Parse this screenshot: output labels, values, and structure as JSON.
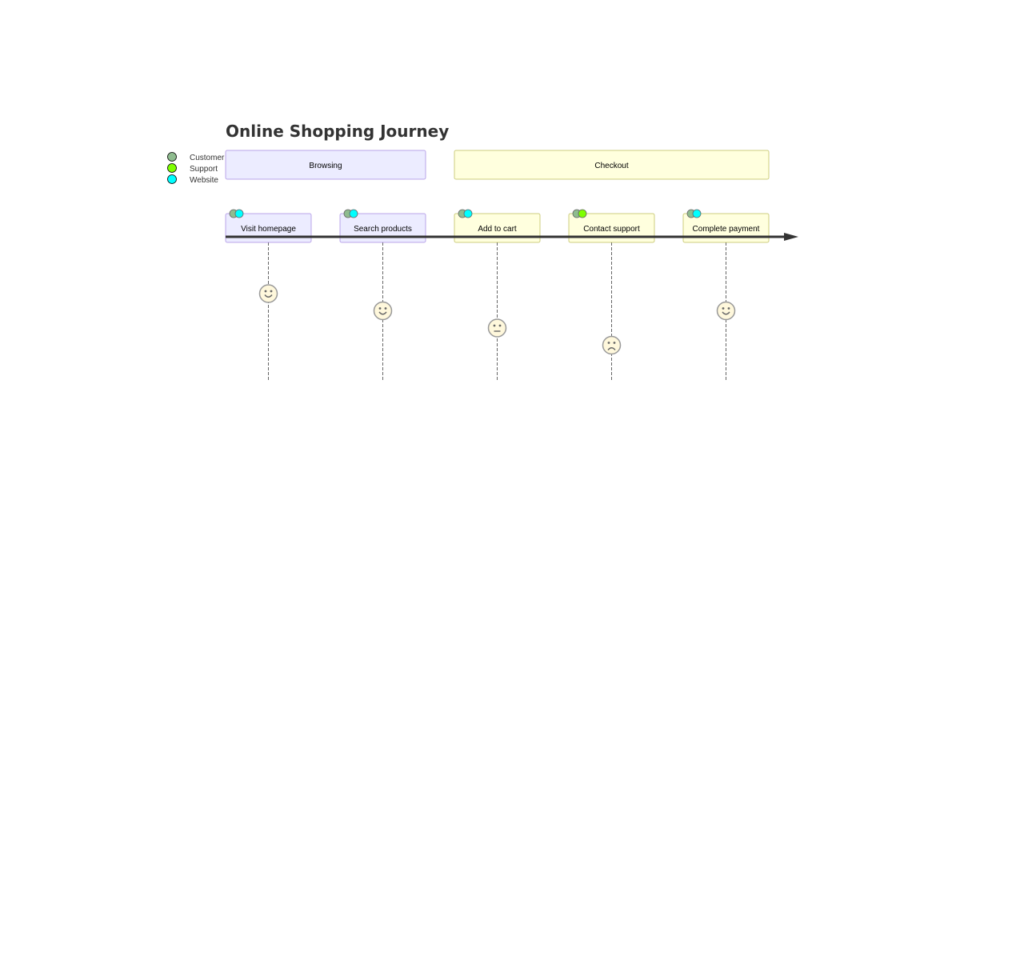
{
  "title": "Online Shopping Journey",
  "actors": [
    {
      "name": "Customer",
      "color": "#8FBC8F"
    },
    {
      "name": "Support",
      "color": "#7FFF00"
    },
    {
      "name": "Website",
      "color": "#00FFFF"
    }
  ],
  "sections": [
    {
      "label": "Browsing",
      "fill": "#ECECFF",
      "stroke": "#9370DB"
    },
    {
      "label": "Checkout",
      "fill": "#FFFFDE",
      "stroke": "#AAAA33"
    }
  ],
  "tasks": [
    {
      "label": "Visit homepage",
      "section": 0,
      "score": 5,
      "actors": [
        "Customer",
        "Website"
      ]
    },
    {
      "label": "Search products",
      "section": 0,
      "score": 4,
      "actors": [
        "Customer",
        "Website"
      ]
    },
    {
      "label": "Add to cart",
      "section": 1,
      "score": 3,
      "actors": [
        "Customer",
        "Website"
      ]
    },
    {
      "label": "Contact support",
      "section": 1,
      "score": 2,
      "actors": [
        "Customer",
        "Support"
      ]
    },
    {
      "label": "Complete payment",
      "section": 1,
      "score": 4,
      "actors": [
        "Customer",
        "Website"
      ]
    }
  ],
  "colors": {
    "title": "#333333",
    "face_fill": "#FFF8DC",
    "face_stroke": "#999999",
    "face_features": "#666666",
    "arrow": "#333333",
    "dashed_line": "#666666"
  }
}
